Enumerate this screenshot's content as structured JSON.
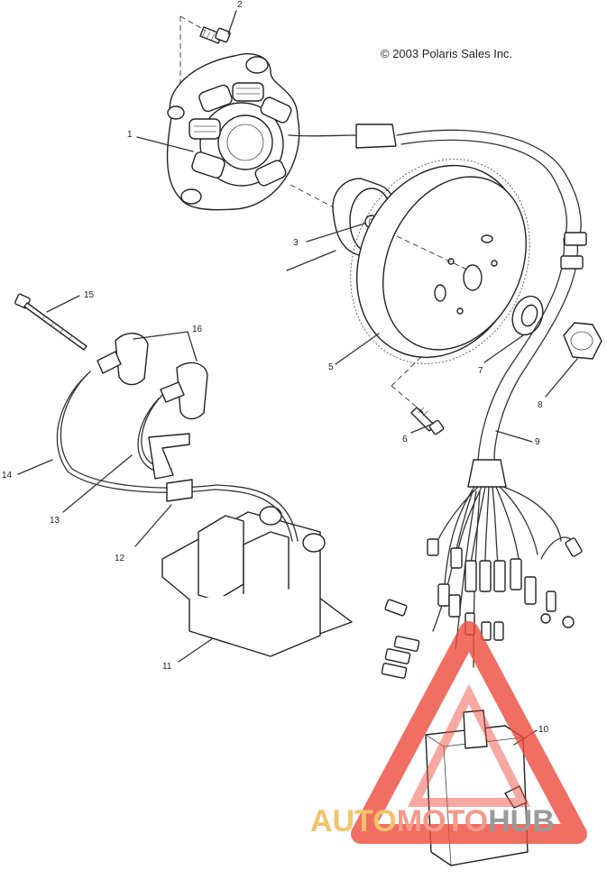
{
  "copyright": "© 2003 Polaris Sales Inc.",
  "callouts": {
    "c1": "1",
    "c2": "2",
    "c3": "3",
    "c5": "5",
    "c6": "6",
    "c7": "7",
    "c8": "8",
    "c9": "9",
    "c10": "10",
    "c11": "11",
    "c12": "12",
    "c13": "13",
    "c14": "14",
    "c15": "15",
    "c16": "16"
  },
  "watermark": {
    "part1": "AUTO",
    "part2": "MOTO",
    "part3": "HUB",
    "color_part1": "#f4c26a",
    "color_part2": "#f29a8c",
    "color_part3": "#9a9a9a",
    "triangle_color": "#ee4b3c"
  }
}
